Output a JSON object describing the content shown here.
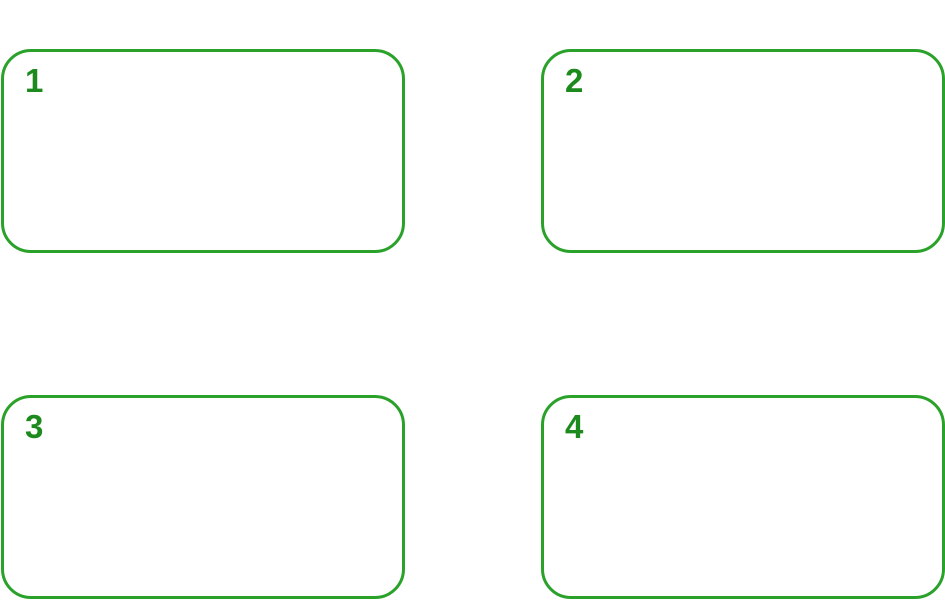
{
  "colors": {
    "border": "#2aa22a",
    "number": "#1d8a1d",
    "background": "#ffffff"
  },
  "cards": [
    {
      "number": "1"
    },
    {
      "number": "2"
    },
    {
      "number": "3"
    },
    {
      "number": "4"
    }
  ]
}
